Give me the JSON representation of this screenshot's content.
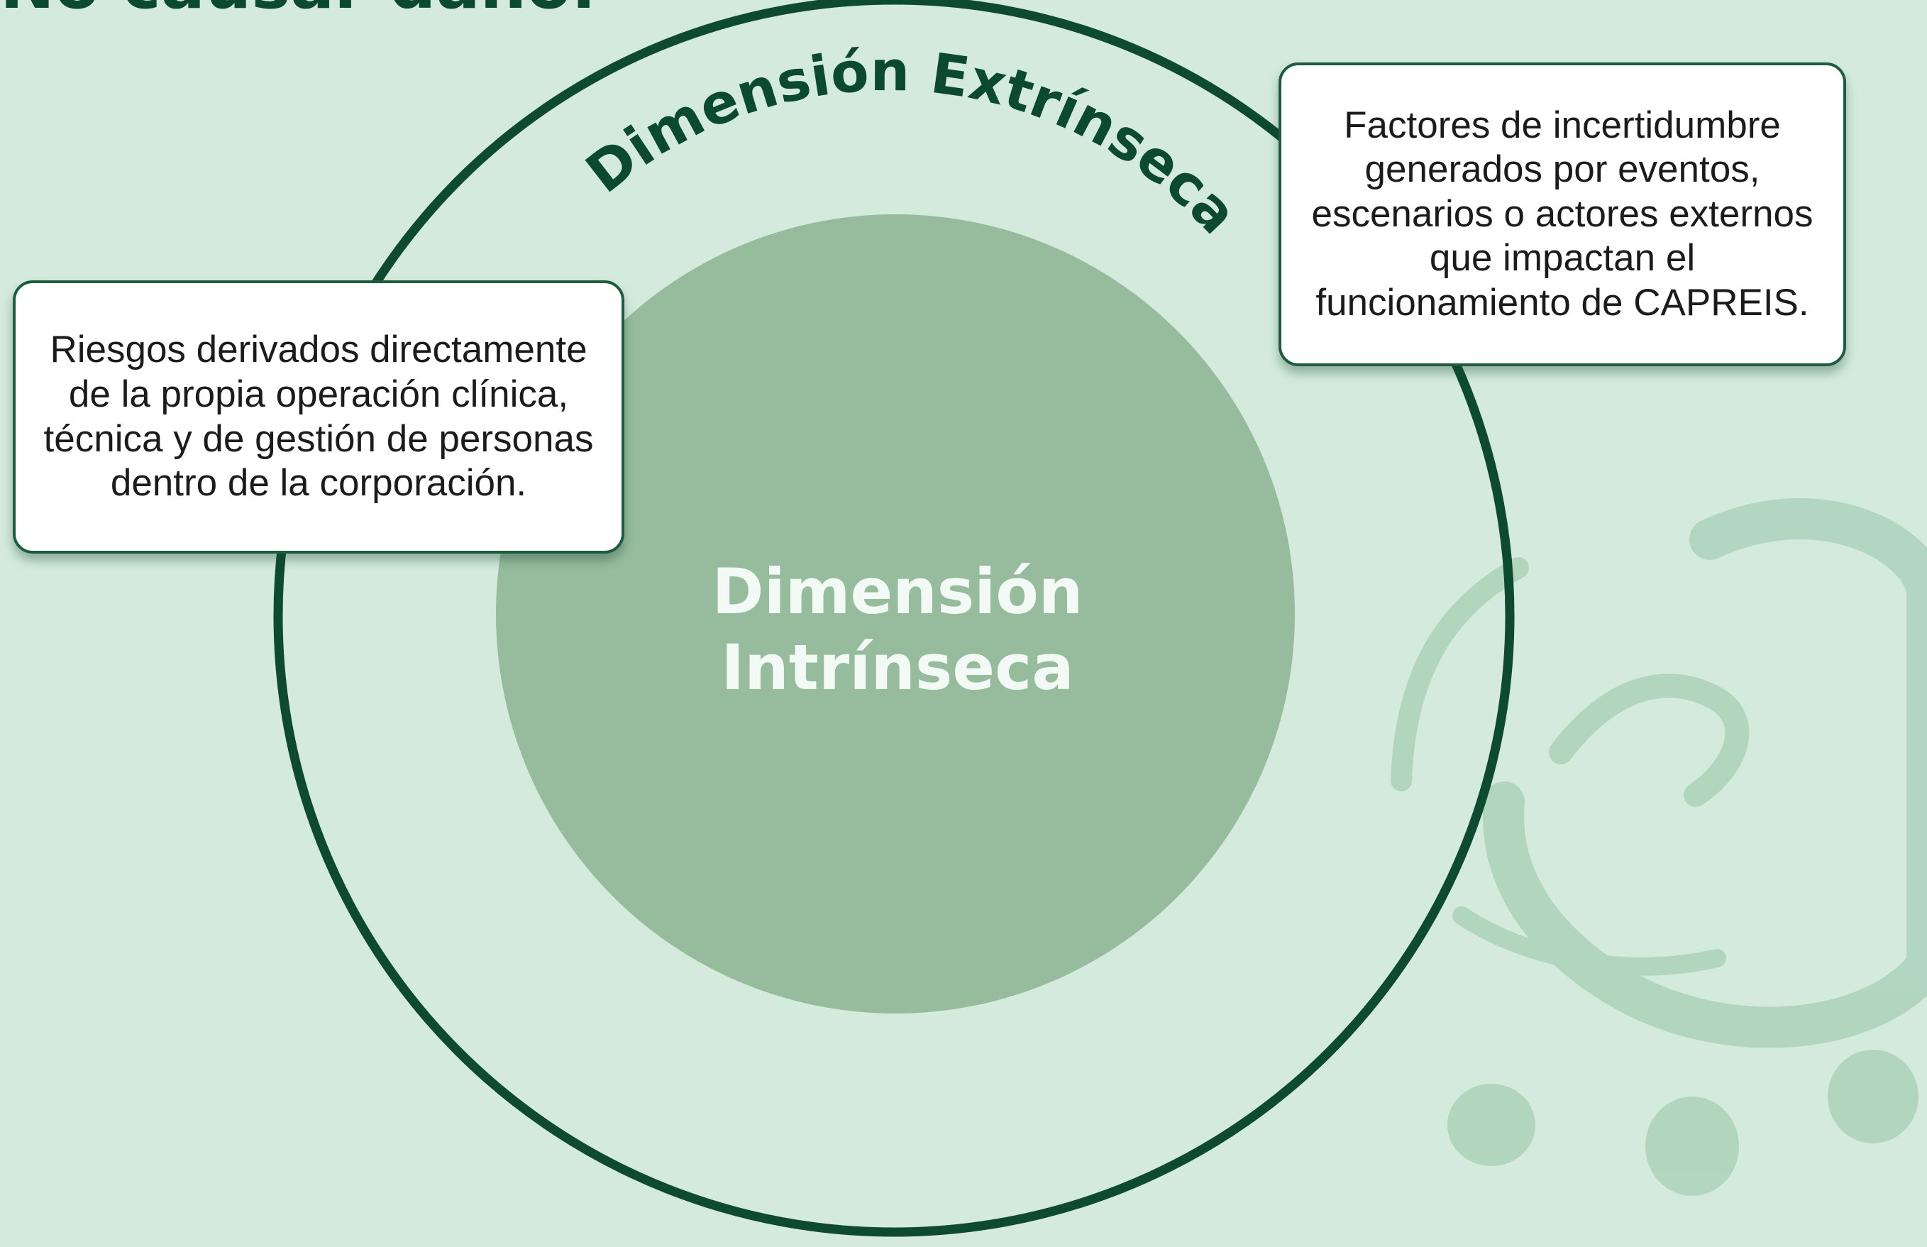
{
  "page": {
    "title": "No causar daño."
  },
  "diagram": {
    "outer_circle_label": "Dimensión Extrínseca",
    "inner_circle_label_line1": "Dimensión",
    "inner_circle_label_line2": "Intrínseca"
  },
  "callouts": {
    "intrinsic_description": "Riesgos derivados directamente de la propia operación clínica, técnica y de gestión de personas dentro de la corporación.",
    "extrinsic_description": "Factores de incertidumbre generados por eventos, escenarios o actores externos que impactan el funcionamiento de CAPREIS."
  },
  "colors": {
    "background": "#d3eadc",
    "outer_ring": "#0d4a30",
    "inner_circle_fill": "#97bb9d",
    "inner_label_text": "#f3faf5",
    "arc_label_text": "#0b4a30",
    "callout_border": "#1d5c3f",
    "watermark": "#a7cfb5"
  }
}
